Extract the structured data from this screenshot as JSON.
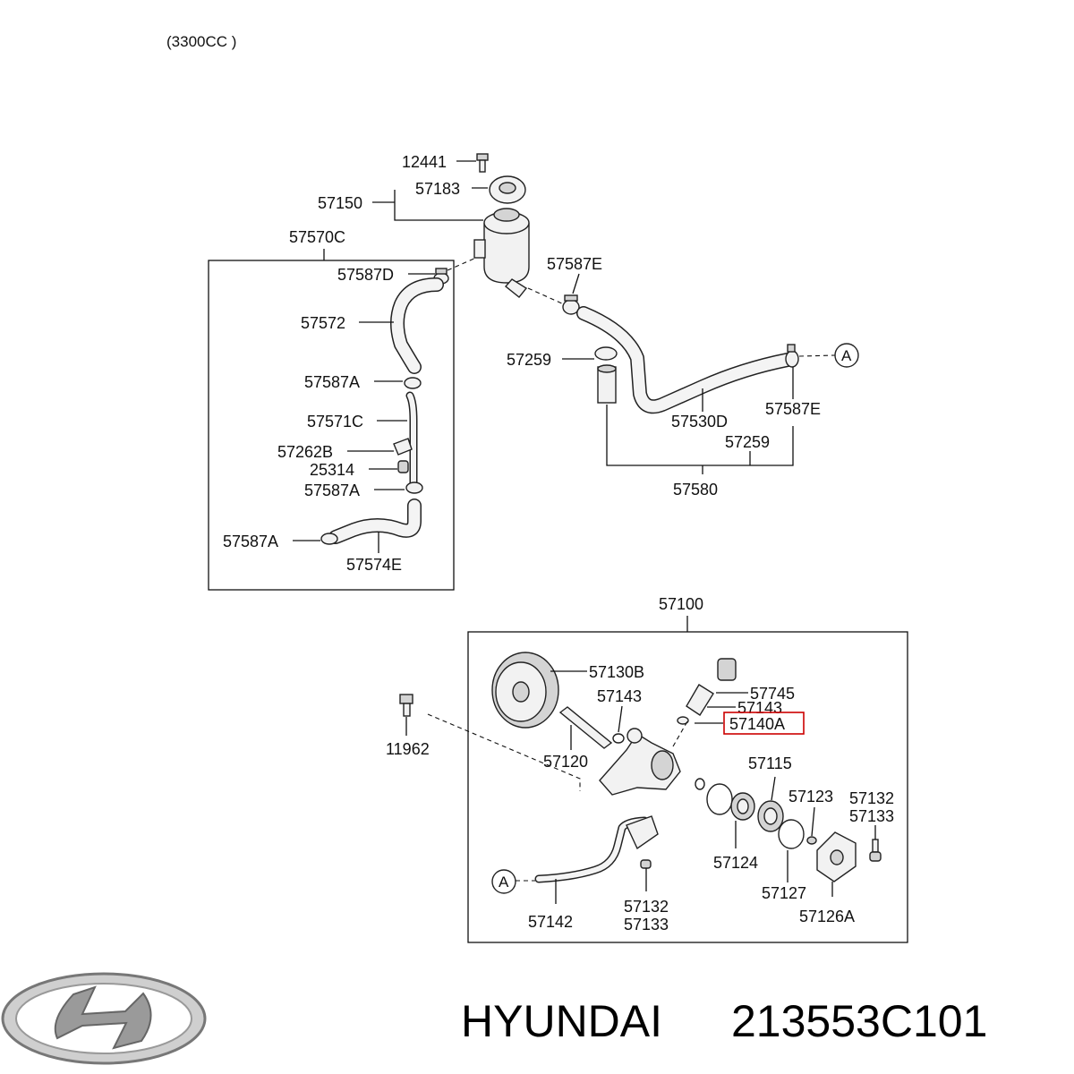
{
  "header": {
    "engine_note": "(3300CC )"
  },
  "assembly_labels": {
    "bolt_12441": "12441",
    "cap_57183": "57183",
    "reservoir_57150": "57150",
    "group_57570C": "57570C",
    "clamp_57587D": "57587D",
    "hose_57572": "57572",
    "clamp_57587A_1": "57587A",
    "tube_57571C": "57571C",
    "bracket_57262B": "57262B",
    "clip_25314": "25314",
    "clamp_57587A_2": "57587A",
    "clamp_57587A_3": "57587A",
    "hose_57574E": "57574E",
    "clamp_57587E_1": "57587E",
    "clamp_57259_1": "57259",
    "hose_57530D": "57530D",
    "clamp_57587E_2": "57587E",
    "clamp_57259_2": "57259",
    "group_57580": "57580",
    "pump_57100": "57100",
    "pulley_57130B": "57130B",
    "oring_57143_1": "57143",
    "valve_57745": "57745",
    "oring_57143_2": "57143",
    "valve_57140A": "57140A",
    "bolt_11962": "11962",
    "shaft_57120": "57120",
    "rotor_57115": "57115",
    "pin_57123": "57123",
    "bolt_57132_1": "57132",
    "bolt_57133_1": "57133",
    "plate_57124": "57124",
    "gasket_57127": "57127",
    "cover_57126A": "57126A",
    "pipe_57142": "57142",
    "bolt_57132_2": "57132",
    "bolt_57133_2": "57133",
    "connector_a_1": "A",
    "connector_a_2": "A"
  },
  "footer": {
    "brand_name": "HYUNDAI",
    "part_number": "213553C101",
    "logo_icon": "hyundai-logo-icon"
  },
  "colors": {
    "highlight": "#cc0000",
    "ink": "#111111"
  }
}
